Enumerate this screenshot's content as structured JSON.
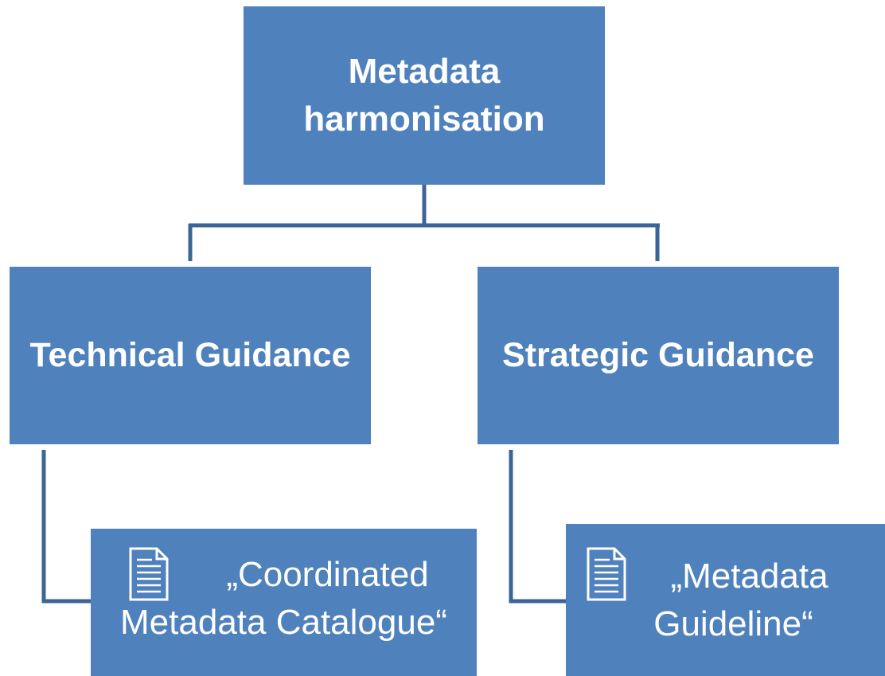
{
  "diagram": {
    "root": {
      "line1": "Metadata",
      "line2": "harmonisation"
    },
    "children": [
      {
        "label": "Technical Guidance",
        "item": {
          "icon": "document-icon",
          "line1": "„Coordinated",
          "line2": "Metadata Catalogue“"
        }
      },
      {
        "label": "Strategic Guidance",
        "item": {
          "icon": "document-icon",
          "line1": "„Metadata",
          "line2": "Guideline“"
        }
      }
    ]
  },
  "colors": {
    "box_fill": "#4f81bd",
    "connector": "#3c6494",
    "text": "#ffffff"
  }
}
